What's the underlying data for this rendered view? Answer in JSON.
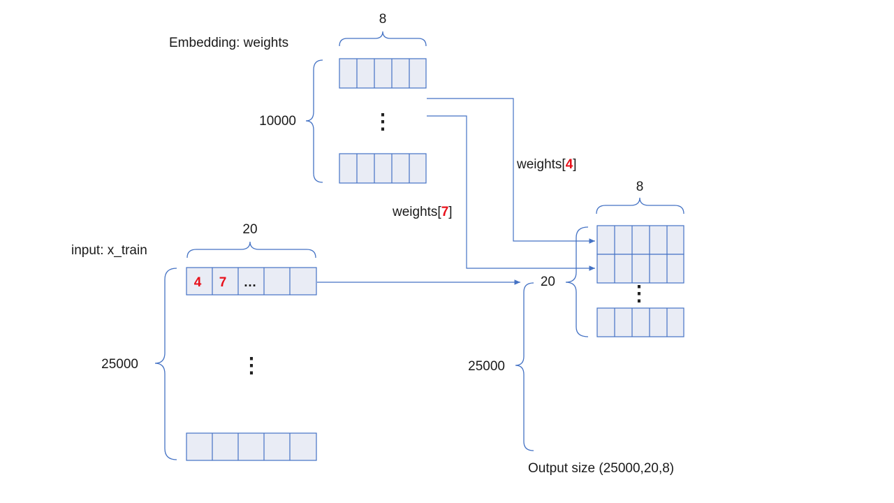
{
  "embedding": {
    "title": "Embedding: weights",
    "width_label": "8",
    "rows_label": "10000",
    "ellipsis": "⋮"
  },
  "input": {
    "title": "input: x_train",
    "width_label": "20",
    "rows_label": "25000",
    "cell_1": "4",
    "cell_2": "7",
    "cell_3": "…",
    "ellipsis": "⋮"
  },
  "lookups": {
    "w4_prefix": "weights[",
    "w4_index": "4",
    "w4_suffix": "]",
    "w7_prefix": "weights[",
    "w7_index": "7",
    "w7_suffix": "]"
  },
  "output": {
    "width_label": "8",
    "inner_label": "20",
    "rows_label": "25000",
    "ellipsis": "⋮",
    "size_label": "Output size  (25000,20,8)"
  },
  "colors": {
    "stroke": "#4472c4",
    "cell_fill": "#e9ecf5",
    "highlight": "#e8101a"
  }
}
